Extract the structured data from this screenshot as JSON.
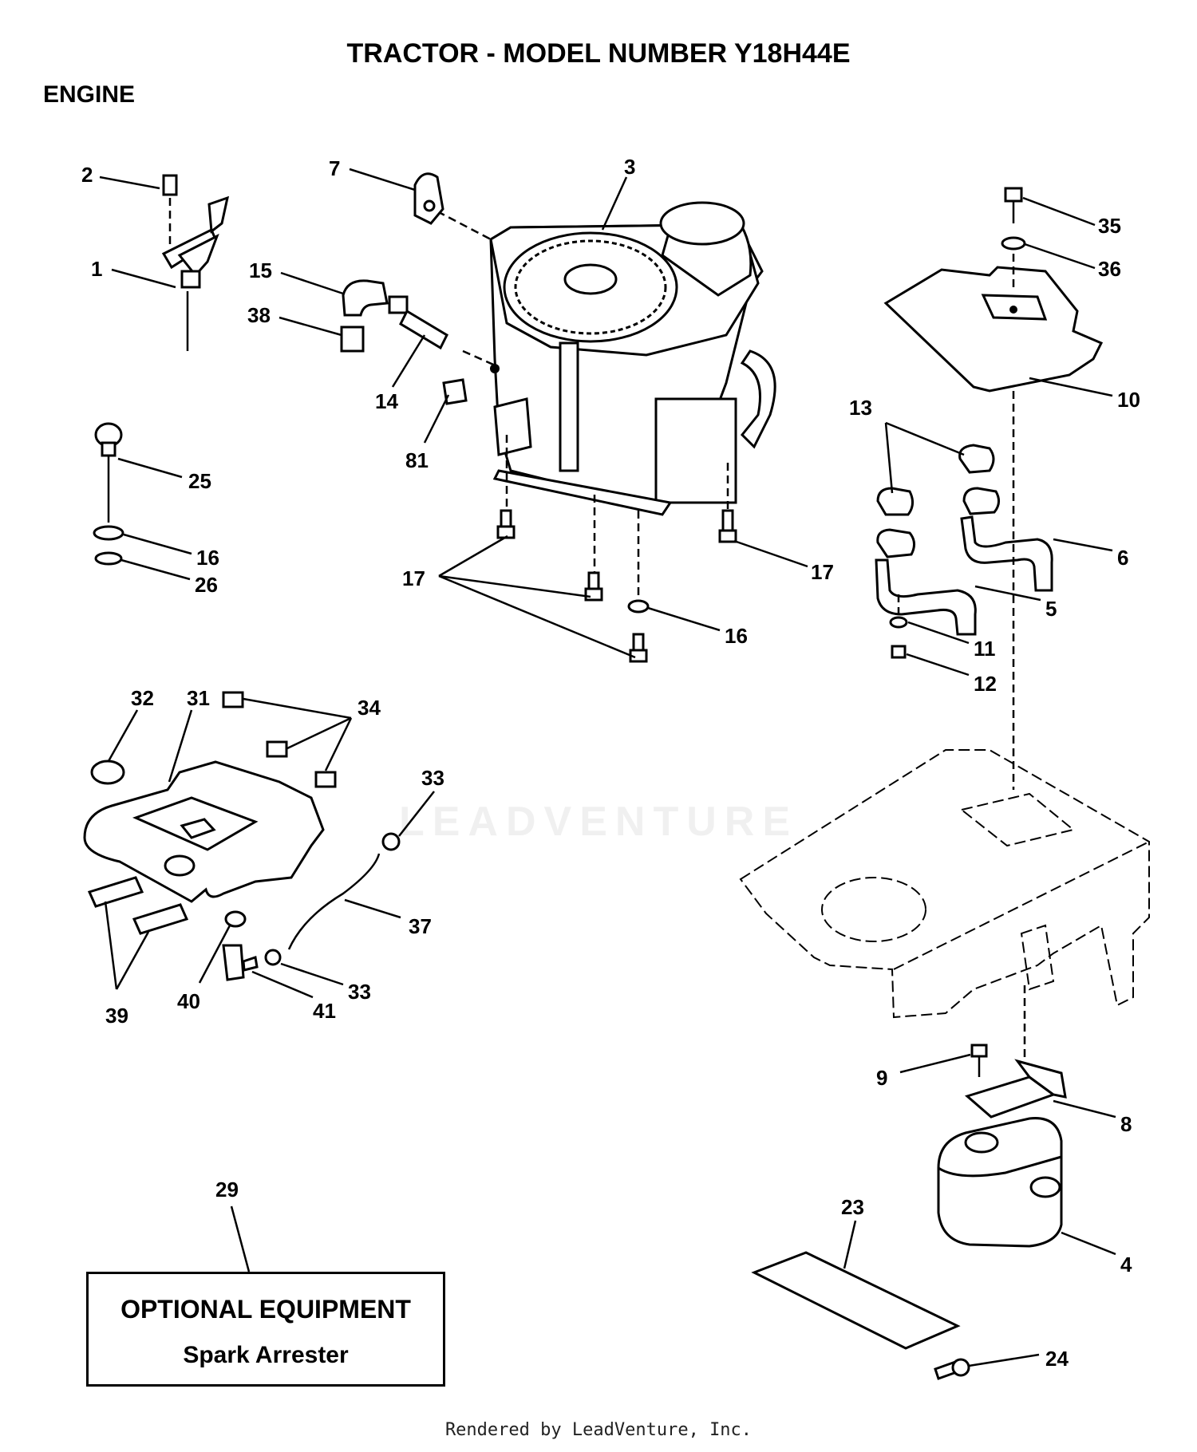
{
  "title": "TRACTOR - MODEL NUMBER Y18H44E",
  "section": "ENGINE",
  "optional_box": {
    "heading": "OPTIONAL EQUIPMENT",
    "item": "Spark Arrester"
  },
  "footer": "Rendered by LeadVenture, Inc.",
  "watermark": "LEADVENTURE",
  "callouts": [
    {
      "id": "c2",
      "label": "2"
    },
    {
      "id": "c1",
      "label": "1"
    },
    {
      "id": "c7",
      "label": "7"
    },
    {
      "id": "c3",
      "label": "3"
    },
    {
      "id": "c15",
      "label": "15"
    },
    {
      "id": "c38",
      "label": "38"
    },
    {
      "id": "c14",
      "label": "14"
    },
    {
      "id": "c81",
      "label": "81"
    },
    {
      "id": "c35",
      "label": "35"
    },
    {
      "id": "c36",
      "label": "36"
    },
    {
      "id": "c10",
      "label": "10"
    },
    {
      "id": "c13",
      "label": "13"
    },
    {
      "id": "c25",
      "label": "25"
    },
    {
      "id": "c16a",
      "label": "16"
    },
    {
      "id": "c26",
      "label": "26"
    },
    {
      "id": "c17a",
      "label": "17"
    },
    {
      "id": "c17b",
      "label": "17"
    },
    {
      "id": "c16b",
      "label": "16"
    },
    {
      "id": "c6",
      "label": "6"
    },
    {
      "id": "c5",
      "label": "5"
    },
    {
      "id": "c11",
      "label": "11"
    },
    {
      "id": "c12",
      "label": "12"
    },
    {
      "id": "c32",
      "label": "32"
    },
    {
      "id": "c31",
      "label": "31"
    },
    {
      "id": "c34",
      "label": "34"
    },
    {
      "id": "c33a",
      "label": "33"
    },
    {
      "id": "c37",
      "label": "37"
    },
    {
      "id": "c39",
      "label": "39"
    },
    {
      "id": "c40",
      "label": "40"
    },
    {
      "id": "c41",
      "label": "41"
    },
    {
      "id": "c33b",
      "label": "33"
    },
    {
      "id": "c9",
      "label": "9"
    },
    {
      "id": "c8",
      "label": "8"
    },
    {
      "id": "c29",
      "label": "29"
    },
    {
      "id": "c23",
      "label": "23"
    },
    {
      "id": "c4",
      "label": "4"
    },
    {
      "id": "c24",
      "label": "24"
    }
  ]
}
